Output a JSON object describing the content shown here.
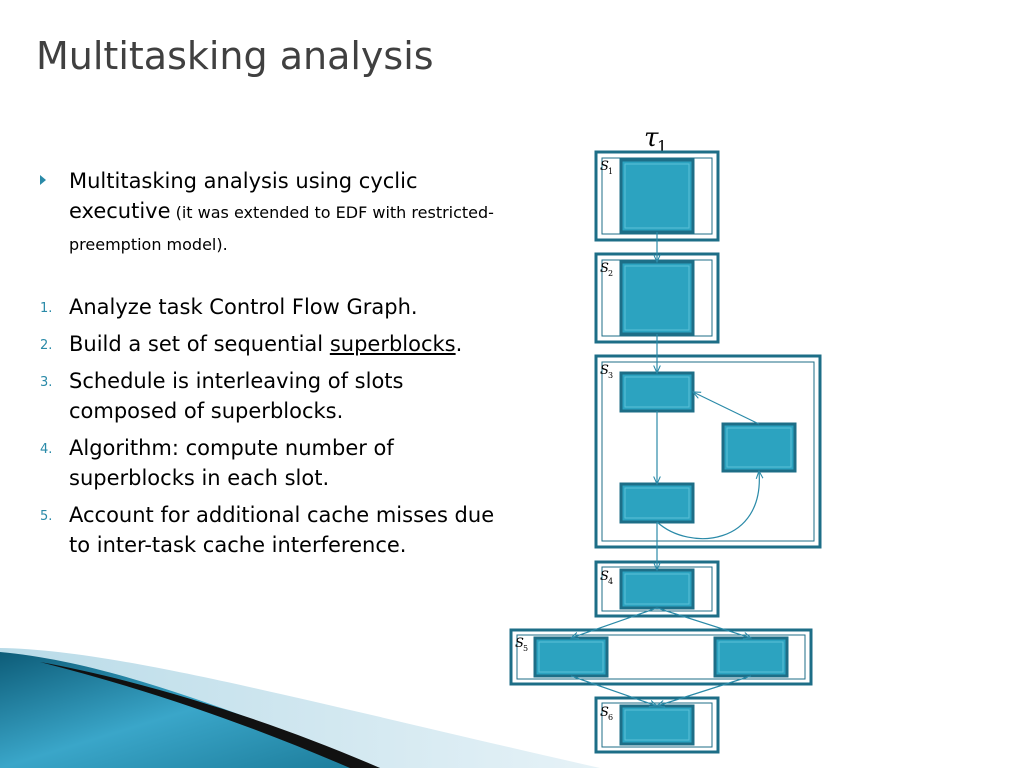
{
  "title": "Multitasking analysis",
  "intro": {
    "main": "Multitasking analysis using cyclic executive",
    "note": " (it was extended to EDF with restricted-preemption model)."
  },
  "steps": [
    {
      "num": "1.",
      "text": "Analyze task Control Flow Graph."
    },
    {
      "num": "2.",
      "text_pre": "Build a set of sequential ",
      "text_link": "superblocks",
      "text_post": "."
    },
    {
      "num": "3.",
      "text": "Schedule is interleaving of slots composed of superblocks."
    },
    {
      "num": "4.",
      "text": "Algorithm: compute number of superblocks in each slot."
    },
    {
      "num": "5.",
      "text": "Account for additional cache misses due to inter-task cache interference."
    }
  ],
  "diagram": {
    "task_label": "τ",
    "task_sub": "1",
    "superblocks": [
      {
        "label": "S",
        "sub": "1"
      },
      {
        "label": "S",
        "sub": "2"
      },
      {
        "label": "S",
        "sub": "3"
      },
      {
        "label": "S",
        "sub": "4"
      },
      {
        "label": "S",
        "sub": "5"
      },
      {
        "label": "S",
        "sub": "6"
      }
    ]
  },
  "colors": {
    "title": "#404040",
    "accent": "#2a8aa8",
    "block_fill": "#2ca3c0",
    "block_border": "#1d6e87"
  }
}
